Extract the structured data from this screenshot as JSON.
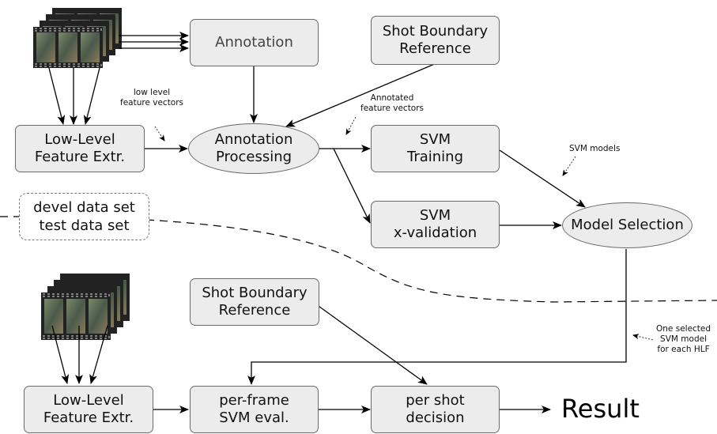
{
  "nodes": {
    "annotation": "Annotation",
    "shot_boundary_top": "Shot Boundary\nReference",
    "low_level_top": "Low-Level\nFeature Extr.",
    "annotation_processing": "Annotation\nProcessing",
    "svm_training": "SVM\nTraining",
    "svm_xval": "SVM\nx-validation",
    "model_selection": "Model Selection",
    "shot_boundary_bottom": "Shot Boundary\nReference",
    "low_level_bottom": "Low-Level\nFeature Extr.",
    "per_frame": "per-frame\nSVM eval.",
    "per_shot": "per shot\ndecision",
    "result": "Result"
  },
  "notes": {
    "low_level_vectors": "low level\nfeature vectors",
    "annotated_vectors": "Annotated\nfeature vectors",
    "svm_models": "SVM models",
    "one_selected": "One selected\nSVM model\nfor each HLF"
  },
  "legend": {
    "devel": "devel data set",
    "test": "test data set"
  },
  "colors": {
    "box_fill": "#ececec",
    "box_border": "#6a6a6a",
    "arrow": "#000000"
  }
}
